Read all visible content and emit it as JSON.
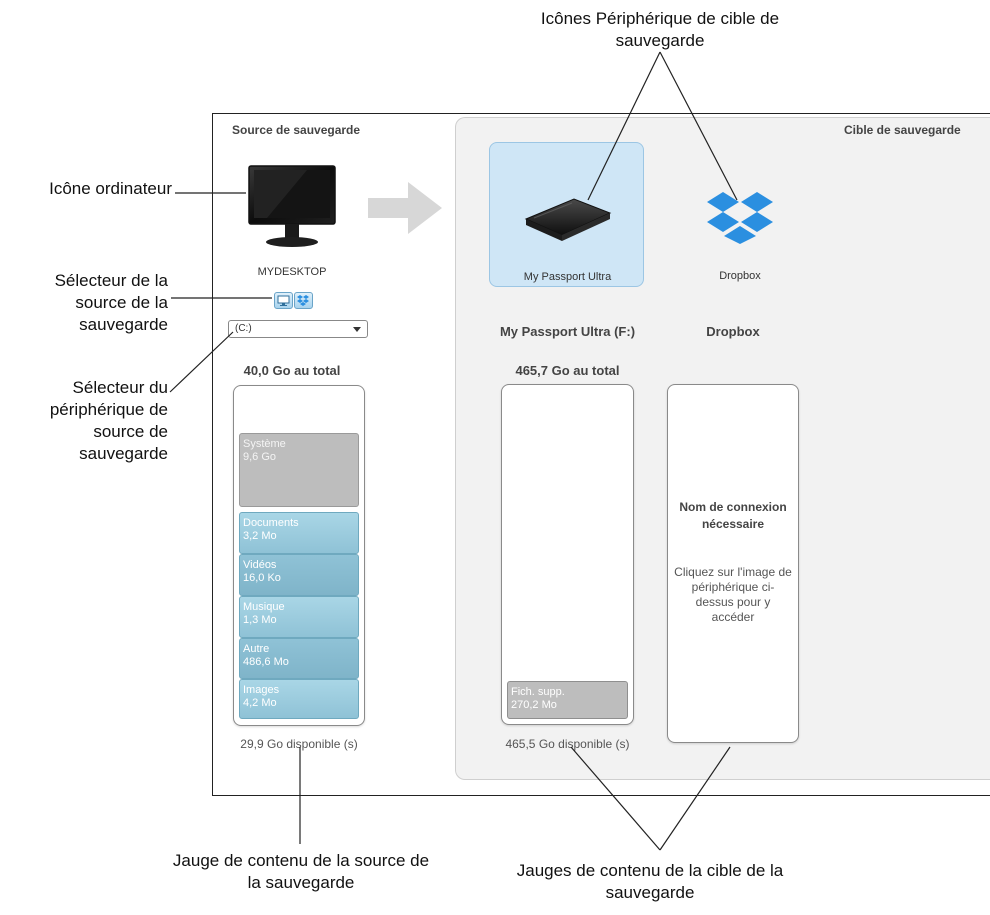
{
  "callouts": {
    "target_icons": "Icônes Périphérique de cible de sauvegarde",
    "computer_icon": "Icône ordinateur",
    "source_selector": "Sélecteur de la source de la sauvegarde",
    "device_selector": "Sélecteur du périphérique de source de sauvegarde",
    "source_gauge": "Jauge de contenu de la source de la sauvegarde",
    "target_gauges": "Jauges de contenu de la cible de la sauvegarde"
  },
  "source": {
    "title": "Source de sauvegarde",
    "computer_name": "MYDESKTOP",
    "drive_selected": "(C:)",
    "total": "40,0 Go au total",
    "available": "29,9 Go disponible (s)",
    "segments": [
      {
        "label": "Système",
        "size": "9,6 Go"
      },
      {
        "label": "Documents",
        "size": "3,2 Mo"
      },
      {
        "label": "Vidéos",
        "size": "16,0 Ko"
      },
      {
        "label": "Musique",
        "size": "1,3 Mo"
      },
      {
        "label": "Autre",
        "size": "486,6 Mo"
      },
      {
        "label": "Images",
        "size": "4,2 Mo"
      }
    ]
  },
  "target": {
    "title": "Cible de sauvegarde",
    "devices": [
      {
        "label": "My Passport Ultra"
      },
      {
        "label": "Dropbox"
      }
    ],
    "passport": {
      "heading": "My Passport Ultra (F:)",
      "total": "465,7 Go au total",
      "extra_label": "Fich. supp.",
      "extra_size": "270,2 Mo",
      "available": "465,5 Go disponible (s)"
    },
    "dropbox": {
      "heading": "Dropbox",
      "login_title": "Nom de connexion nécessaire",
      "login_hint": "Cliquez sur l'image de périphérique ci-dessus pour y accéder"
    }
  },
  "colors": {
    "accent_blue": "#8fc2d6",
    "tile_blue": "#cfe6f6",
    "panel_grey": "#f2f2f2",
    "dropbox_blue": "#2b8fe0"
  }
}
